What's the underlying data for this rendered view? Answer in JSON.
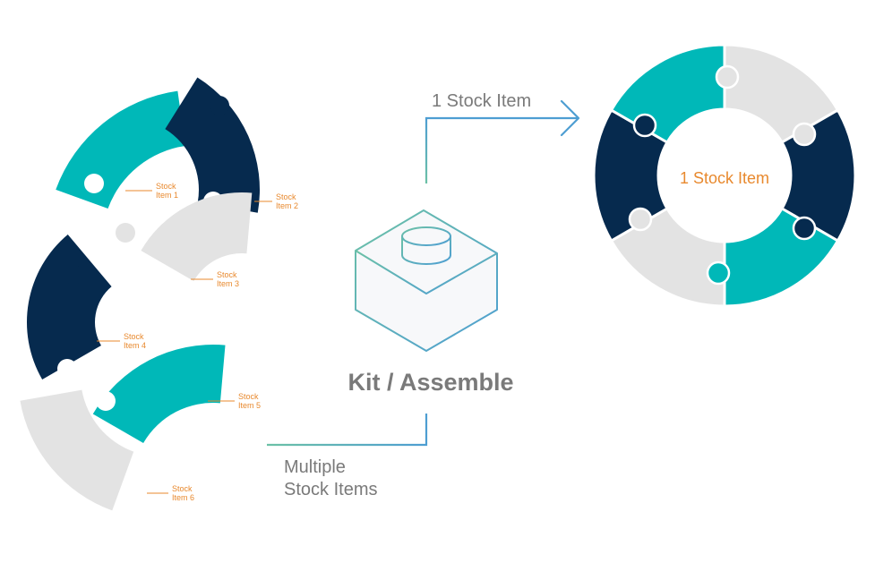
{
  "colors": {
    "teal": "#00b8b8",
    "navy": "#062a4e",
    "light_gray": "#e3e3e3",
    "orange": "#e8892e",
    "text_gray": "#7a7a7a",
    "arrow_green": "#6cc1a6",
    "arrow_blue": "#4e9ed2"
  },
  "pieces": [
    {
      "label_line1": "Stock",
      "label_line2": "Item 1",
      "color": "teal"
    },
    {
      "label_line1": "Stock",
      "label_line2": "Item 2",
      "color": "navy"
    },
    {
      "label_line1": "Stock",
      "label_line2": "Item 3",
      "color": "light_gray"
    },
    {
      "label_line1": "Stock",
      "label_line2": "Item 4",
      "color": "navy"
    },
    {
      "label_line1": "Stock",
      "label_line2": "Item 5",
      "color": "teal"
    },
    {
      "label_line1": "Stock",
      "label_line2": "Item 6",
      "color": "light_gray"
    }
  ],
  "flow": {
    "input_label_line1": "Multiple",
    "input_label_line2": "Stock Items",
    "process_label": "Kit / Assemble",
    "output_label": "1 Stock Item"
  },
  "result_ring": {
    "center_label": "1 Stock Item",
    "segment_colors": [
      "light_gray",
      "navy",
      "teal",
      "light_gray",
      "navy",
      "teal"
    ]
  },
  "icons": {
    "box": "component-box-icon",
    "arrow": "arrow-right-icon"
  }
}
